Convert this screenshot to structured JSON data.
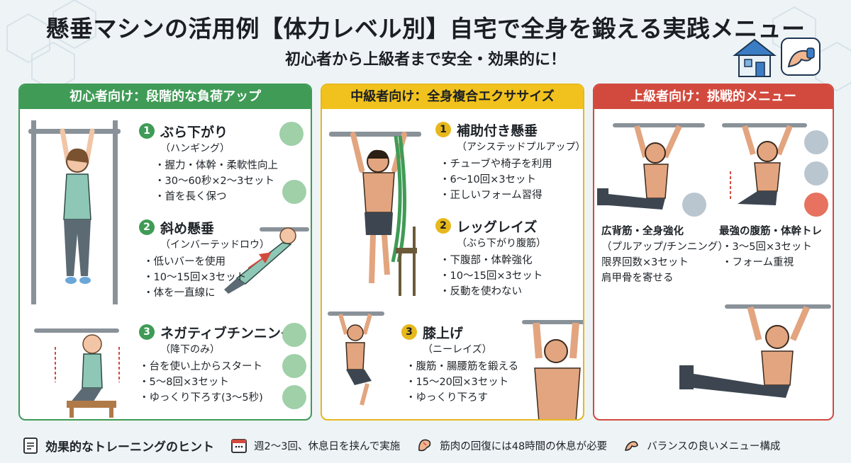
{
  "header": {
    "title": "懸垂マシンの活用例【体力レベル別】自宅で全身を鍛える実践メニュー",
    "subtitle": "初心者から上級者まで安全・効果的に！",
    "icons": [
      "house-icon",
      "flexed-arm-icon"
    ]
  },
  "colors": {
    "green": "#3f9b56",
    "yellow": "#f1c21d",
    "red": "#d24a3e"
  },
  "beginner": {
    "heading": "初心者向け：段階的な負荷アップ",
    "items": [
      {
        "num": "1",
        "name": "ぶら下がり",
        "sub": "（ハンギング）",
        "bullets": [
          "握力・体幹・柔軟性向上",
          "30〜60秒×2〜3セット",
          "首を長く保つ"
        ]
      },
      {
        "num": "2",
        "name": "斜め懸垂",
        "sub": "（インバーテッドロウ）",
        "bullets": [
          "低いバーを使用",
          "10〜15回×3セット",
          "体を一直線に"
        ]
      },
      {
        "num": "3",
        "name": "ネガティブチンニング",
        "sub": "（降下のみ）",
        "bullets": [
          "台を使い上からスタート",
          "5〜8回×3セット",
          "ゆっくり下ろす(3〜5秒)"
        ]
      }
    ]
  },
  "intermediate": {
    "heading": "中級者向け：全身複合エクササイズ",
    "items": [
      {
        "num": "1",
        "name": "補助付き懸垂",
        "sub": "（アシステッドプルアップ）",
        "bullets": [
          "チューブや椅子を利用",
          "6〜10回×3セット",
          "正しいフォーム習得"
        ]
      },
      {
        "num": "2",
        "name": "レッグレイズ",
        "sub": "（ぶら下がり腹筋）",
        "bullets": [
          "下腹部・体幹強化",
          "10〜15回×3セット",
          "反動を使わない"
        ]
      },
      {
        "num": "3",
        "name": "膝上げ",
        "sub": "（ニーレイズ）",
        "bullets": [
          "腹筋・腸腰筋を鍛える",
          "15〜20回×3セット",
          "ゆっくり下ろす"
        ]
      }
    ]
  },
  "advanced": {
    "heading": "上級者向け：挑戦的メニュー",
    "left": {
      "title": "広背筋・全身強化",
      "sub": "（プルアップ/チンニング）",
      "lines": [
        "限界回数×3セット",
        "肩甲骨を寄せる"
      ]
    },
    "right": {
      "title": "最強の腹筋・体幹トレ",
      "bullets": [
        "3〜5回×3セット",
        "フォーム重視"
      ]
    }
  },
  "footer": {
    "main": "効果的なトレーニングのヒント",
    "tips": [
      {
        "icon": "calendar-icon",
        "text": "週2〜3回、休息日を挟んで実施"
      },
      {
        "icon": "muscle-recovery-icon",
        "text": "筋肉の回復には48時間の休息が必要"
      },
      {
        "icon": "flexed-arm-icon",
        "text": "バランスの良いメニュー構成"
      }
    ]
  }
}
